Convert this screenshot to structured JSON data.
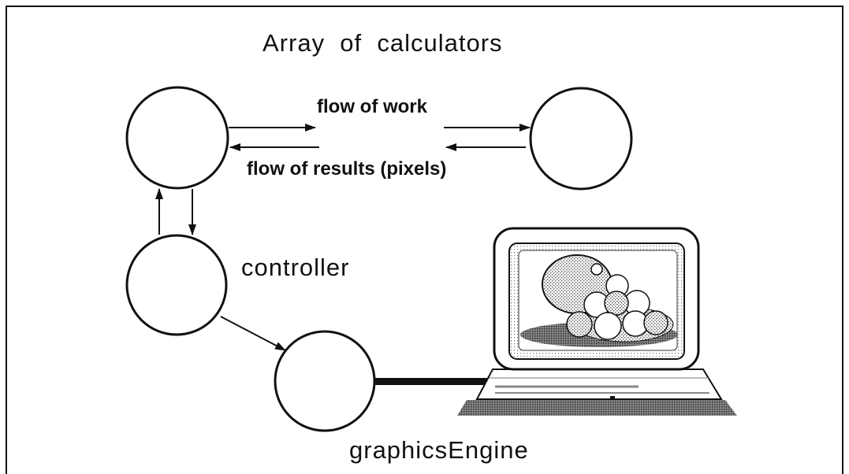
{
  "diagram": {
    "title": "Array  of  calculators",
    "flow_work_label": "flow of work",
    "flow_results_label": "flow of results (pixels)",
    "controller_label": "controller",
    "graphics_engine_label": "graphicsEngine"
  },
  "colors": {
    "ink": "#111111",
    "shade": "#9a9a9a",
    "background": "#ffffff"
  }
}
